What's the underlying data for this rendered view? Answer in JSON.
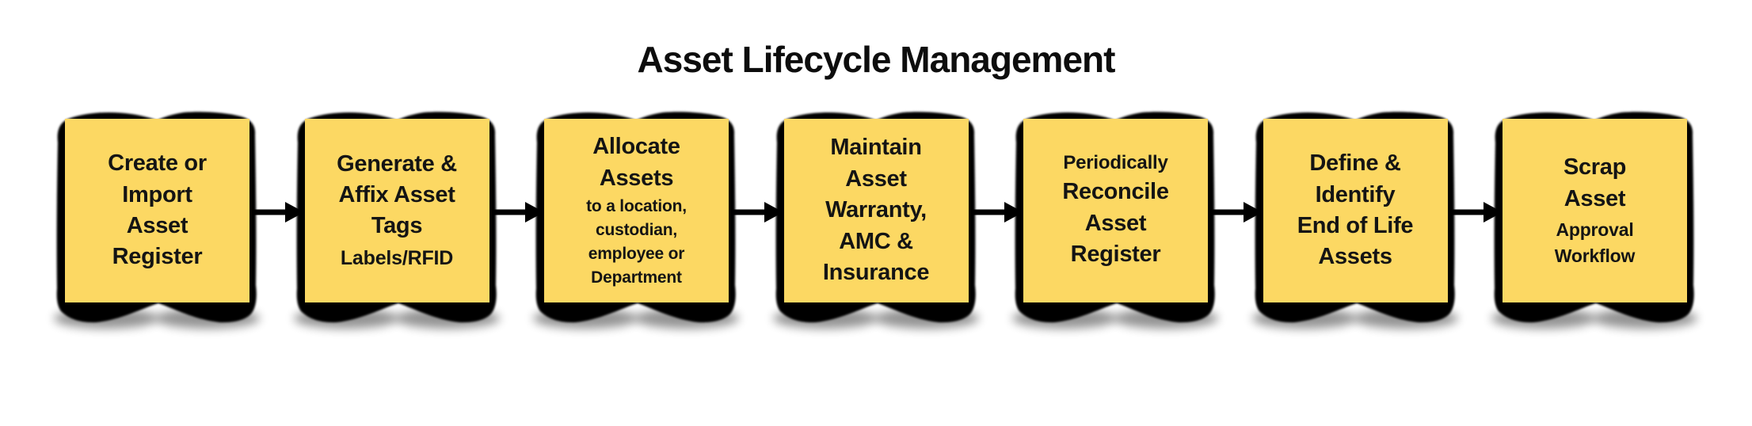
{
  "title": "Asset Lifecycle Management",
  "colors": {
    "box_fill": "#FCD863",
    "shadow": "#000000",
    "text": "#141414",
    "background": "#FFFFFF"
  },
  "icons": {
    "flow_arrow": "right-arrow →"
  },
  "steps": [
    {
      "main": "Create or\nImport\nAsset\nRegister"
    },
    {
      "main": "Generate &\nAffix Asset\nTags",
      "sub": "Labels/RFID"
    },
    {
      "main": "Allocate\nAssets",
      "sub": "to a location,\ncustodian,\nemployee or\nDepartment"
    },
    {
      "main": "Maintain\nAsset\nWarranty,\nAMC &\nInsurance"
    },
    {
      "pre": "Periodically",
      "main": "Reconcile\nAsset\nRegister"
    },
    {
      "main": "Define &\nIdentify\nEnd of Life\nAssets"
    },
    {
      "main": "Scrap\nAsset",
      "sub": "Approval\nWorkflow"
    }
  ]
}
